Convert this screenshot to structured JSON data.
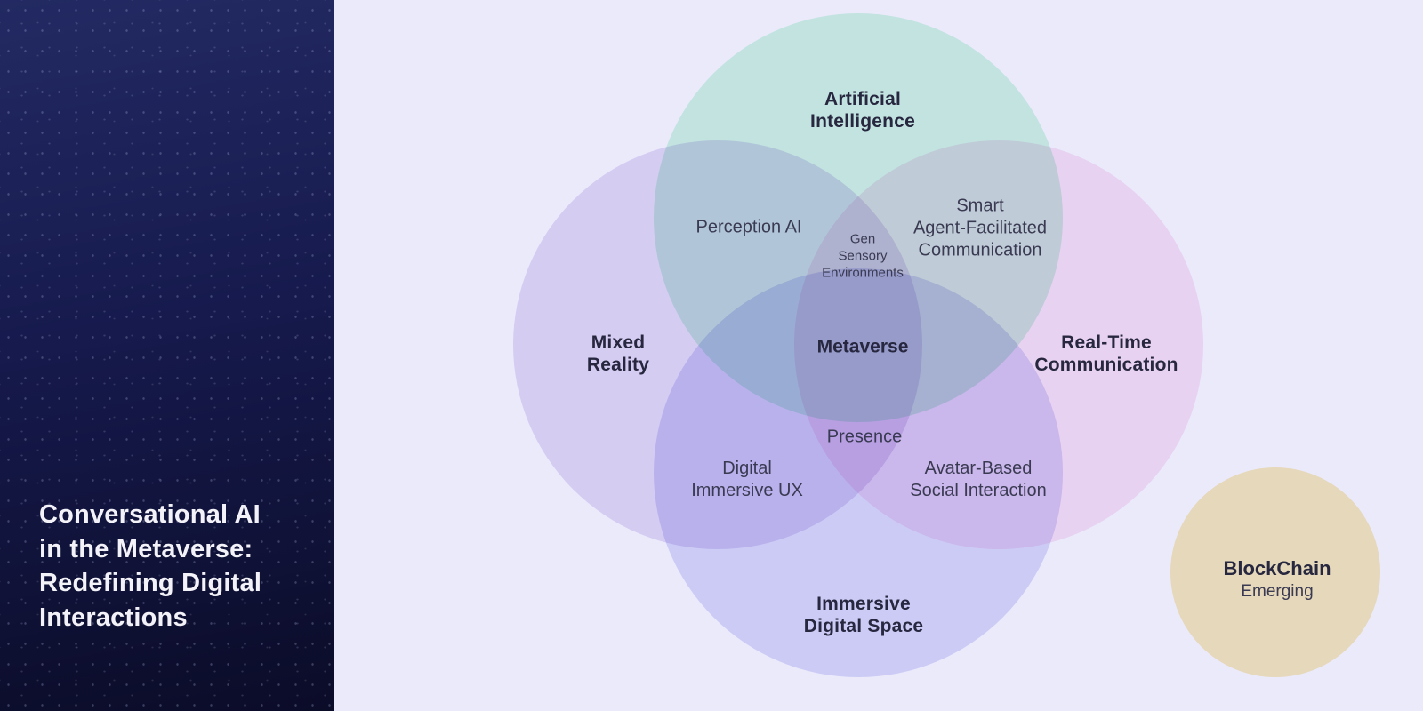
{
  "sidebar": {
    "title_lines": [
      "Conversational AI",
      "in the Metaverse:",
      "Redefining Digital",
      "Interactions"
    ]
  },
  "venn": {
    "sets": {
      "ai": {
        "name": "Artificial Intelligence",
        "lines": [
          "Artificial",
          "Intelligence"
        ],
        "color": "#d3f8e4"
      },
      "mr": {
        "name": "Mixed Reality",
        "lines": [
          "Mixed",
          "Reality"
        ],
        "color": "#e7dff6"
      },
      "rtc": {
        "name": "Real-Time Communication",
        "lines": [
          "Real-Time",
          "Communication"
        ],
        "color": "#fce5f5"
      },
      "ids": {
        "name": "Immersive Digital Space",
        "lines": [
          "Immersive",
          "Digital Space"
        ],
        "color": "#dedef9"
      }
    },
    "overlaps": {
      "perception_ai": {
        "label": "Perception AI"
      },
      "smart_agent": {
        "lines": [
          "Smart",
          "Agent-Facilitated",
          "Communication"
        ]
      },
      "gen_sensory": {
        "lines": [
          "Gen",
          "Sensory",
          "Environments"
        ]
      },
      "metaverse": {
        "label": "Metaverse"
      },
      "presence": {
        "label": "Presence"
      },
      "digital_immersive": {
        "lines": [
          "Digital",
          "Immersive UX"
        ]
      },
      "avatar_social": {
        "lines": [
          "Avatar-Based",
          "Social Interaction"
        ]
      }
    }
  },
  "blockchain": {
    "title": "BlockChain",
    "subtitle": "Emerging",
    "color": "#e6d8bb"
  },
  "theme": {
    "background": "#ebeafb",
    "sidebar_top": "#232a63",
    "sidebar_bottom": "#0b0c28",
    "label_dark": "#27273f",
    "label_regular": "#3a3a52",
    "title_light": "#f3f2f8"
  }
}
